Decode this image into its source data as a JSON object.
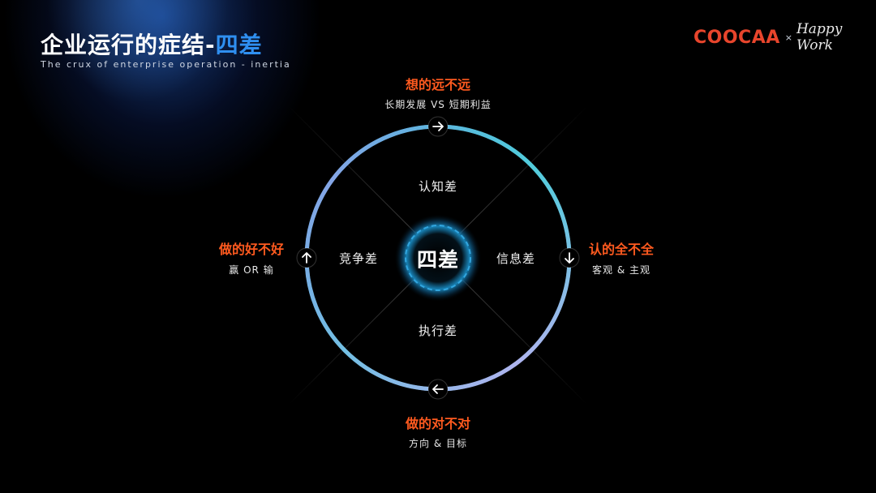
{
  "header": {
    "title": "企业运行的症结-",
    "title_accent": "四差",
    "subtitle": "The crux of enterprise operation - inertia"
  },
  "logo": {
    "brand": "COOCAA",
    "separator": "×",
    "tagline": "Happy Work"
  },
  "diagram": {
    "center": "四差",
    "inner": {
      "top": "认知差",
      "right": "信息差",
      "bottom": "执行差",
      "left": "竞争差"
    },
    "top": {
      "title": "想的远不远",
      "subtitle": "长期发展 VS 短期利益",
      "icon": "arrow-right-icon"
    },
    "right": {
      "title": "认的全不全",
      "subtitle": "客观 & 主观",
      "icon": "arrow-down-icon"
    },
    "bottom": {
      "title": "做的对不对",
      "subtitle": "方向 & 目标",
      "icon": "arrow-left-icon"
    },
    "left": {
      "title": "做的好不好",
      "subtitle": "赢 OR 输",
      "icon": "arrow-up-icon"
    }
  },
  "colors": {
    "accent_orange": "#ff5a1f",
    "accent_blue": "#2f8ff0",
    "ring_top": "#3a7bd6",
    "ring_right": "#3fd0d8",
    "ring_bottom": "#b9a8f0",
    "brand_red": "#e8452c"
  }
}
